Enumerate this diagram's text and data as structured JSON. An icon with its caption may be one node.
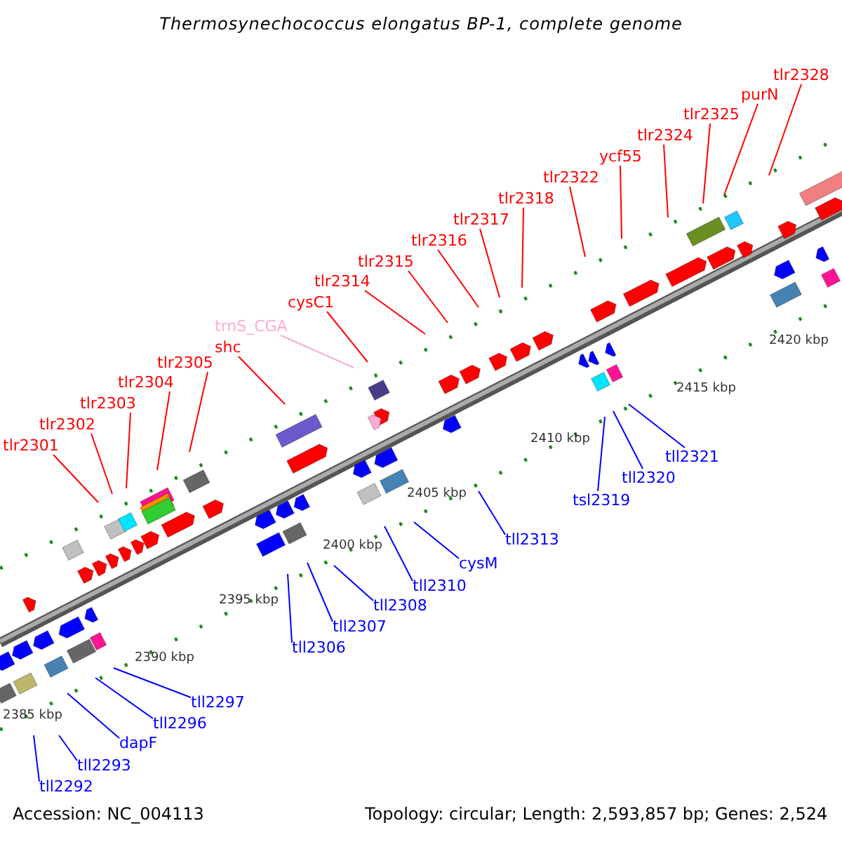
{
  "diagram": {
    "title": "Thermosynechococcus elongatus BP-1, complete genome",
    "nodes": [
      {
        "text": [
          "tlr2301"
        ]
      },
      {
        "text": [
          "tlr2302"
        ]
      },
      {
        "text": [
          "tlr2303"
        ]
      },
      {
        "text": [
          "tlr2304"
        ]
      },
      {
        "text": [
          "tlr2305"
        ]
      },
      {
        "text": [
          "shc"
        ]
      },
      {
        "text": [
          "trnS_CGA"
        ]
      },
      {
        "text": [
          "cysC1"
        ]
      },
      {
        "text": [
          "tlr2314"
        ]
      },
      {
        "text": [
          "tlr2315"
        ]
      },
      {
        "text": [
          "tlr2316"
        ]
      },
      {
        "text": [
          "tlr2317"
        ]
      },
      {
        "text": [
          "tlr2318"
        ]
      },
      {
        "text": [
          "tlr2322"
        ]
      },
      {
        "text": [
          "ycf55"
        ]
      },
      {
        "text": [
          "tlr2324"
        ]
      },
      {
        "text": [
          "tlr2325"
        ]
      },
      {
        "text": [
          "purN"
        ]
      },
      {
        "text": [
          "tlr2328"
        ]
      },
      {
        "text": [
          "tll2292"
        ]
      },
      {
        "text": [
          "tll2293"
        ]
      },
      {
        "text": [
          "dapF"
        ]
      },
      {
        "text": [
          "tll2296"
        ]
      },
      {
        "text": [
          "tll2297"
        ]
      },
      {
        "text": [
          "tll2306"
        ]
      },
      {
        "text": [
          "tll2307"
        ]
      },
      {
        "text": [
          "tll2308"
        ]
      },
      {
        "text": [
          "tll2310"
        ]
      },
      {
        "text": [
          "cysM"
        ]
      },
      {
        "text": [
          "tll2313"
        ]
      },
      {
        "text": [
          "tsl2319"
        ]
      },
      {
        "text": [
          "tll2320"
        ]
      },
      {
        "text": [
          "tll2321"
        ]
      }
    ],
    "edges": [
      {
        "from": 0,
        "to": null,
        "arrow": "none"
      },
      {
        "from": 1,
        "to": null,
        "arrow": "none"
      },
      {
        "from": 2,
        "to": null,
        "arrow": "none"
      },
      {
        "from": 3,
        "to": null,
        "arrow": "none"
      },
      {
        "from": 4,
        "to": null,
        "arrow": "none"
      },
      {
        "from": 5,
        "to": null,
        "arrow": "none"
      },
      {
        "from": 6,
        "to": null,
        "arrow": "none",
        "color": "#ffaad4"
      },
      {
        "from": 7,
        "to": null,
        "arrow": "none"
      },
      {
        "from": 8,
        "to": null,
        "arrow": "none"
      },
      {
        "from": 9,
        "to": null,
        "arrow": "none"
      },
      {
        "from": 10,
        "to": null,
        "arrow": "none"
      },
      {
        "from": 11,
        "to": null,
        "arrow": "none"
      },
      {
        "from": 12,
        "to": null,
        "arrow": "none"
      },
      {
        "from": 13,
        "to": null,
        "arrow": "none"
      },
      {
        "from": 14,
        "to": null,
        "arrow": "none"
      },
      {
        "from": 15,
        "to": null,
        "arrow": "none"
      },
      {
        "from": 16,
        "to": null,
        "arrow": "none"
      },
      {
        "from": 17,
        "to": null,
        "arrow": "none"
      },
      {
        "from": 18,
        "to": null,
        "arrow": "none"
      },
      {
        "from": 19,
        "to": null,
        "arrow": "none",
        "color": "#0000ff"
      },
      {
        "from": 20,
        "to": null,
        "arrow": "none",
        "color": "#0000ff"
      },
      {
        "from": 21,
        "to": null,
        "arrow": "none",
        "color": "#0000ff"
      },
      {
        "from": 22,
        "to": null,
        "arrow": "none",
        "color": "#0000ff"
      },
      {
        "from": 23,
        "to": null,
        "arrow": "none",
        "color": "#0000ff"
      },
      {
        "from": 24,
        "to": null,
        "arrow": "none",
        "color": "#0000ff"
      },
      {
        "from": 25,
        "to": null,
        "arrow": "none",
        "color": "#0000ff"
      },
      {
        "from": 26,
        "to": null,
        "arrow": "none",
        "color": "#0000ff"
      },
      {
        "from": 27,
        "to": null,
        "arrow": "none",
        "color": "#0000ff"
      },
      {
        "from": 28,
        "to": null,
        "arrow": "none",
        "color": "#0000ff"
      },
      {
        "from": 29,
        "to": null,
        "arrow": "none",
        "color": "#0000ff"
      },
      {
        "from": 30,
        "to": null,
        "arrow": "none",
        "color": "#0000ff"
      },
      {
        "from": 31,
        "to": null,
        "arrow": "none",
        "color": "#0000ff"
      },
      {
        "from": 32,
        "to": null,
        "arrow": "none",
        "color": "#0000ff"
      }
    ],
    "labels": [
      "2420 kbp",
      "2415 kbp",
      "2410 kbp",
      "2405 kbp",
      "2400 kbp",
      "2395 kbp",
      "2390 kbp",
      "2385 kbp",
      "Accession: NC_004113",
      "Topology: circular; Length: 2,593,857 bp; Genes: 2,524"
    ]
  }
}
